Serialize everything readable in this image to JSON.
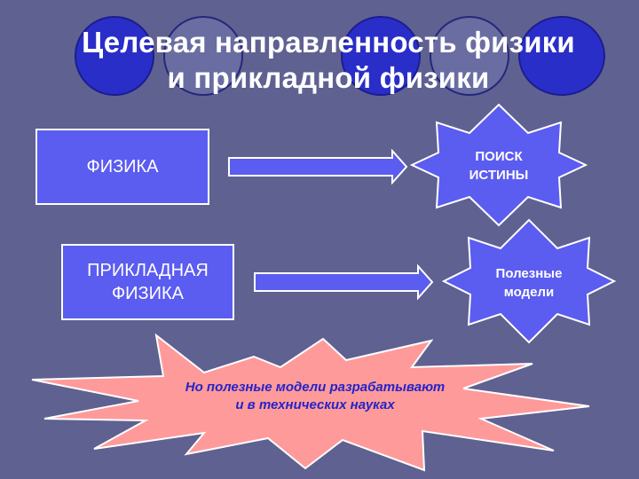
{
  "title": "Целевая направленность физики\nи прикладной физики",
  "box_physics": "ФИЗИКА",
  "box_applied": "ПРИКЛАДНАЯ\nФИЗИКА",
  "star_truth": "ПОИСК\nИСТИНЫ",
  "star_models": "Полезные\nмодели",
  "burst_note": "Но полезные модели разрабатывают\nи в технических науках",
  "colors": {
    "background": "#5f6191",
    "box_fill": "#5b5cf0",
    "star_fill": "#5b5cf0",
    "burst_fill": "#ff9a9a",
    "burst_text": "#2424c8"
  }
}
